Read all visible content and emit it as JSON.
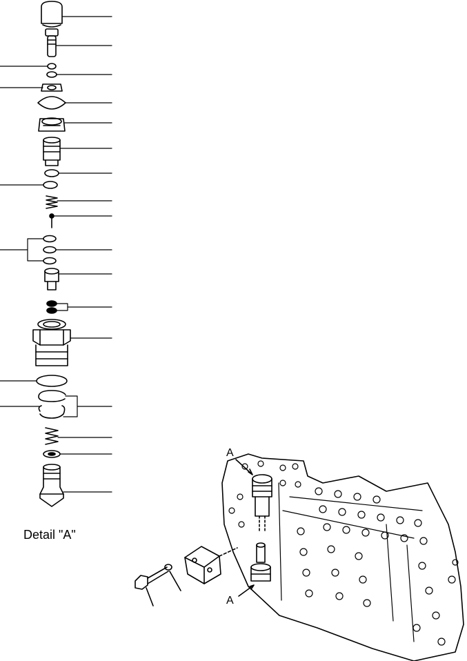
{
  "detail": {
    "label": "Detail \"A\""
  },
  "callouts": {
    "a_top": "A",
    "a_bottom": "A"
  },
  "colors": {
    "line": "#000000",
    "background": "#ffffff"
  }
}
